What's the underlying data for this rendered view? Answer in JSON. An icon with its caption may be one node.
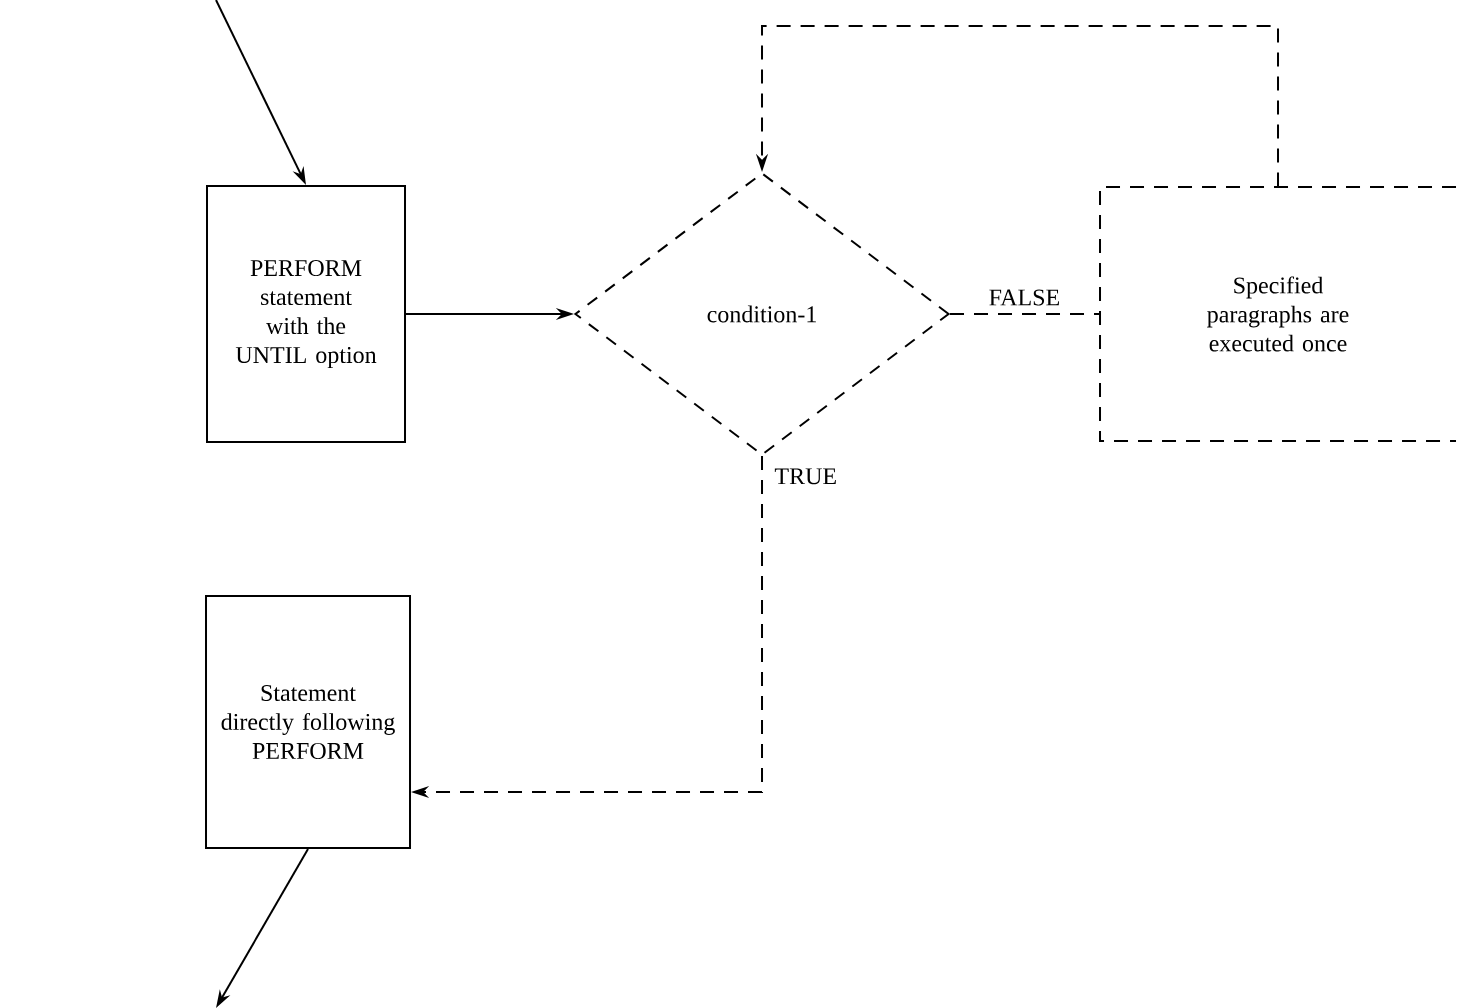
{
  "diagram": {
    "nodes": [
      {
        "text": [
          "PERFORM statement with the UNTIL option"
        ]
      },
      {
        "text": [
          "condition-1"
        ]
      },
      {
        "text": [
          "Specified paragraphs are executed once"
        ]
      },
      {
        "text": [
          "Statement directly following PERFORM"
        ]
      }
    ],
    "edges": [
      {
        "from": null,
        "to": 0,
        "arrow": "to"
      },
      {
        "from": 0,
        "to": 1,
        "arrow": "to"
      },
      {
        "from": 1,
        "to": 2,
        "arrow": "none",
        "style": "dashed",
        "label": "FALSE"
      },
      {
        "from": 2,
        "to": 1,
        "arrow": "to",
        "style": "dashed"
      },
      {
        "from": 1,
        "to": 3,
        "arrow": "to",
        "style": "dashed",
        "label": "TRUE"
      },
      {
        "from": 3,
        "to": null,
        "arrow": "to"
      }
    ]
  }
}
